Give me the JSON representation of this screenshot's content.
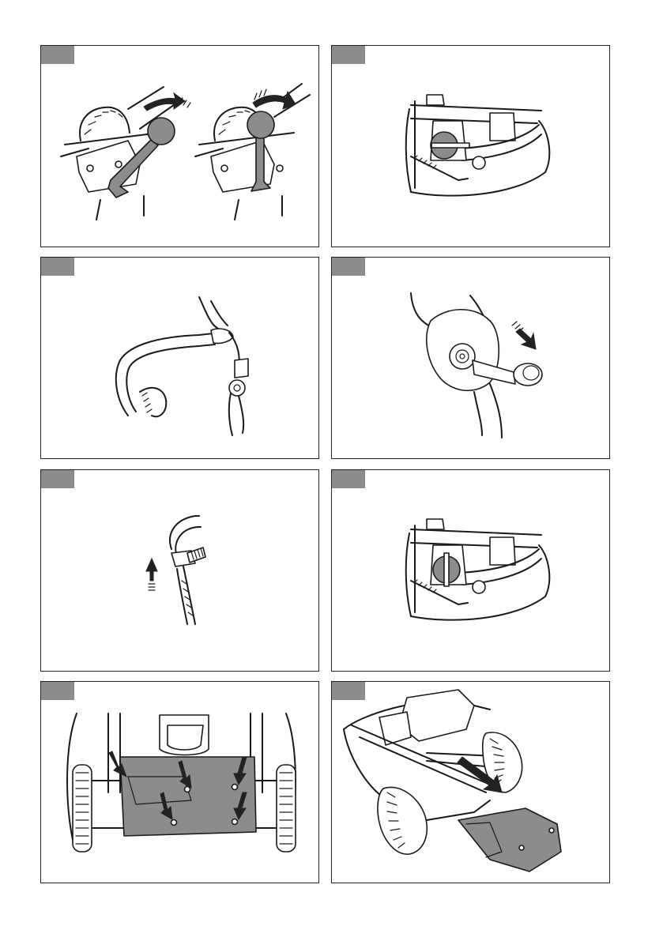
{
  "page": {
    "background": "#ffffff",
    "panel_tab_color": "#8c8c8c",
    "accent_fill": "#8c8c8c"
  },
  "panels": [
    {
      "id": "p1",
      "content": "height-adjust-lever-illustration"
    },
    {
      "id": "p2",
      "content": "engine-cable-clamp-illustration"
    },
    {
      "id": "p3",
      "content": "handle-grip-illustration"
    },
    {
      "id": "p4",
      "content": "handle-knob-tighten-illustration"
    },
    {
      "id": "p5",
      "content": "cable-guide-illustration"
    },
    {
      "id": "p6",
      "content": "engine-cable-clamp-rotated-illustration"
    },
    {
      "id": "p7",
      "content": "rear-deck-screws-illustration"
    },
    {
      "id": "p8",
      "content": "rear-flap-removal-illustration"
    }
  ]
}
